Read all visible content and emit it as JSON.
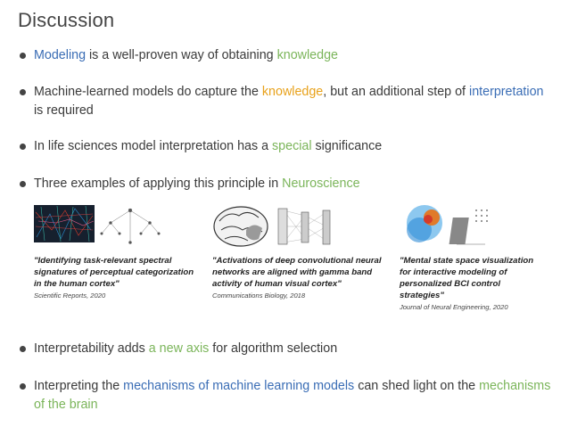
{
  "title": "Discussion",
  "bullets": {
    "b1": {
      "p1": "Modeling",
      "p2": " is a well-proven way of obtaining ",
      "p3": "knowledge"
    },
    "b2": {
      "p1": "Machine-learned models do capture the ",
      "p2": "knowledge",
      "p3": ", but an additional step of ",
      "p4": "interpretation",
      "p5": " is required"
    },
    "b3": {
      "p1": "In life sciences model interpretation has a ",
      "p2": "special",
      "p3": " significance"
    },
    "b4": {
      "p1": "Three examples of applying this principle in ",
      "p2": "Neuroscience"
    },
    "b5": {
      "p1": "Interpretability adds ",
      "p2": "a new axis",
      "p3": " for algorithm selection"
    },
    "b6": {
      "p1": "Interpreting the ",
      "p2": "mechanisms of machine learning models",
      "p3": " can shed light on the ",
      "p4": "mechanisms of the brain"
    }
  },
  "examples": [
    {
      "quote": "\"Identifying task-relevant spectral signatures of perceptual categorization in the human cortex\"",
      "source": "Scientific Reports, 2020"
    },
    {
      "quote": "\"Activations of deep convolutional neural networks are aligned with gamma band activity of human visual cortex\"",
      "source": "Communications Biology, 2018"
    },
    {
      "quote": "\"Mental state space visualization for interactive modeling of personalized BCI control strategies\"",
      "source": "Journal of Neural Engineering, 2020"
    }
  ],
  "colors": {
    "blue": "#3a6db5",
    "green": "#7bb55a",
    "orange": "#e8a21c"
  }
}
